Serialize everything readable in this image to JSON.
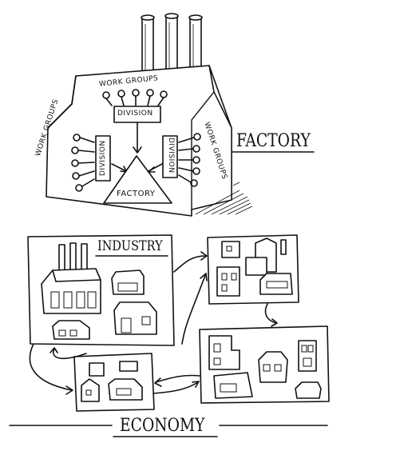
{
  "factory_section": {
    "title": "FACTORY",
    "top_group_label": "WORK GROUPS",
    "left_group_label": "WORK GROUPS",
    "right_group_label": "WORK GROUPS",
    "top_division_label": "DIVISION",
    "left_division_label": "DIVISION",
    "right_division_label": "DIVISION",
    "core_label": "FACTORY"
  },
  "economy_section": {
    "title": "ECONOMY",
    "industry_label": "INDUSTRY"
  }
}
